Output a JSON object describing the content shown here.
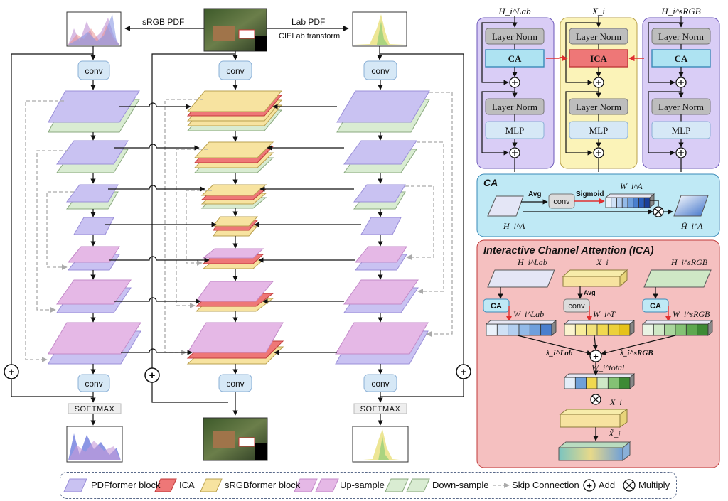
{
  "top": {
    "srgb_pdf": "sRGB PDF",
    "lab_pdf": "Lab PDF",
    "cielab": "CIELab transform"
  },
  "left_column": {
    "conv_top": "conv",
    "conv_bottom": "conv",
    "softmax": "SOFTMAX"
  },
  "middle_column": {
    "conv_top": "conv",
    "conv_bottom": "conv"
  },
  "right_column": {
    "conv_top": "conv",
    "conv_bottom": "conv",
    "softmax": "SOFTMAX"
  },
  "blocks": {
    "lab_input": "H_i^Lab",
    "x_input": "X_i",
    "srgb_input": "H_i^sRGB",
    "layer_norm": "Layer Norm",
    "ca": "CA",
    "ica": "ICA",
    "mlp": "MLP"
  },
  "ca_panel": {
    "title": "CA",
    "avg": "Avg",
    "conv": "conv",
    "sigmoid": "Sigmoid",
    "weight": "W_i^A",
    "input": "H_i^A",
    "output": "Ĥ_i^A"
  },
  "ica_panel": {
    "title": "Interactive Channel Attention (ICA)",
    "h_lab": "H_i^Lab",
    "x_i": "X_i",
    "h_srgb": "H_i^sRGB",
    "ca_left": "CA",
    "avg": "Avg",
    "conv": "conv",
    "ca_right": "CA",
    "w_lab": "W_i^Lab",
    "w_t": "W_i^T",
    "w_srgb": "W_i^sRGB",
    "lambda_lab": "λ_i^Lab",
    "lambda_srgb": "λ_i^sRGB",
    "w_total": "W_i^total",
    "x_i_2": "X_i",
    "x_tilde": "X̃_i"
  },
  "legend": {
    "pdfformer": "PDFformer block",
    "ica": "ICA",
    "srgbformer": "sRGBformer block",
    "upsample": "Up-sample",
    "downsample": "Down-sample",
    "skip": "Skip Connection",
    "add": "Add",
    "multiply": "Multiply"
  },
  "colors": {
    "pdf_block": "#c9c2f2",
    "ica": "#ee7777",
    "srgb_block": "#f7e3a0",
    "upsample": "#e5b8e6",
    "downsample": "#d9ecd2",
    "conv_box": "#d6e8f6",
    "purple_panel": "#d9cdf6",
    "yellow_panel": "#fbf3b8",
    "ca_panel": "#bfe9f5",
    "ica_panel": "#f5c0c0"
  }
}
